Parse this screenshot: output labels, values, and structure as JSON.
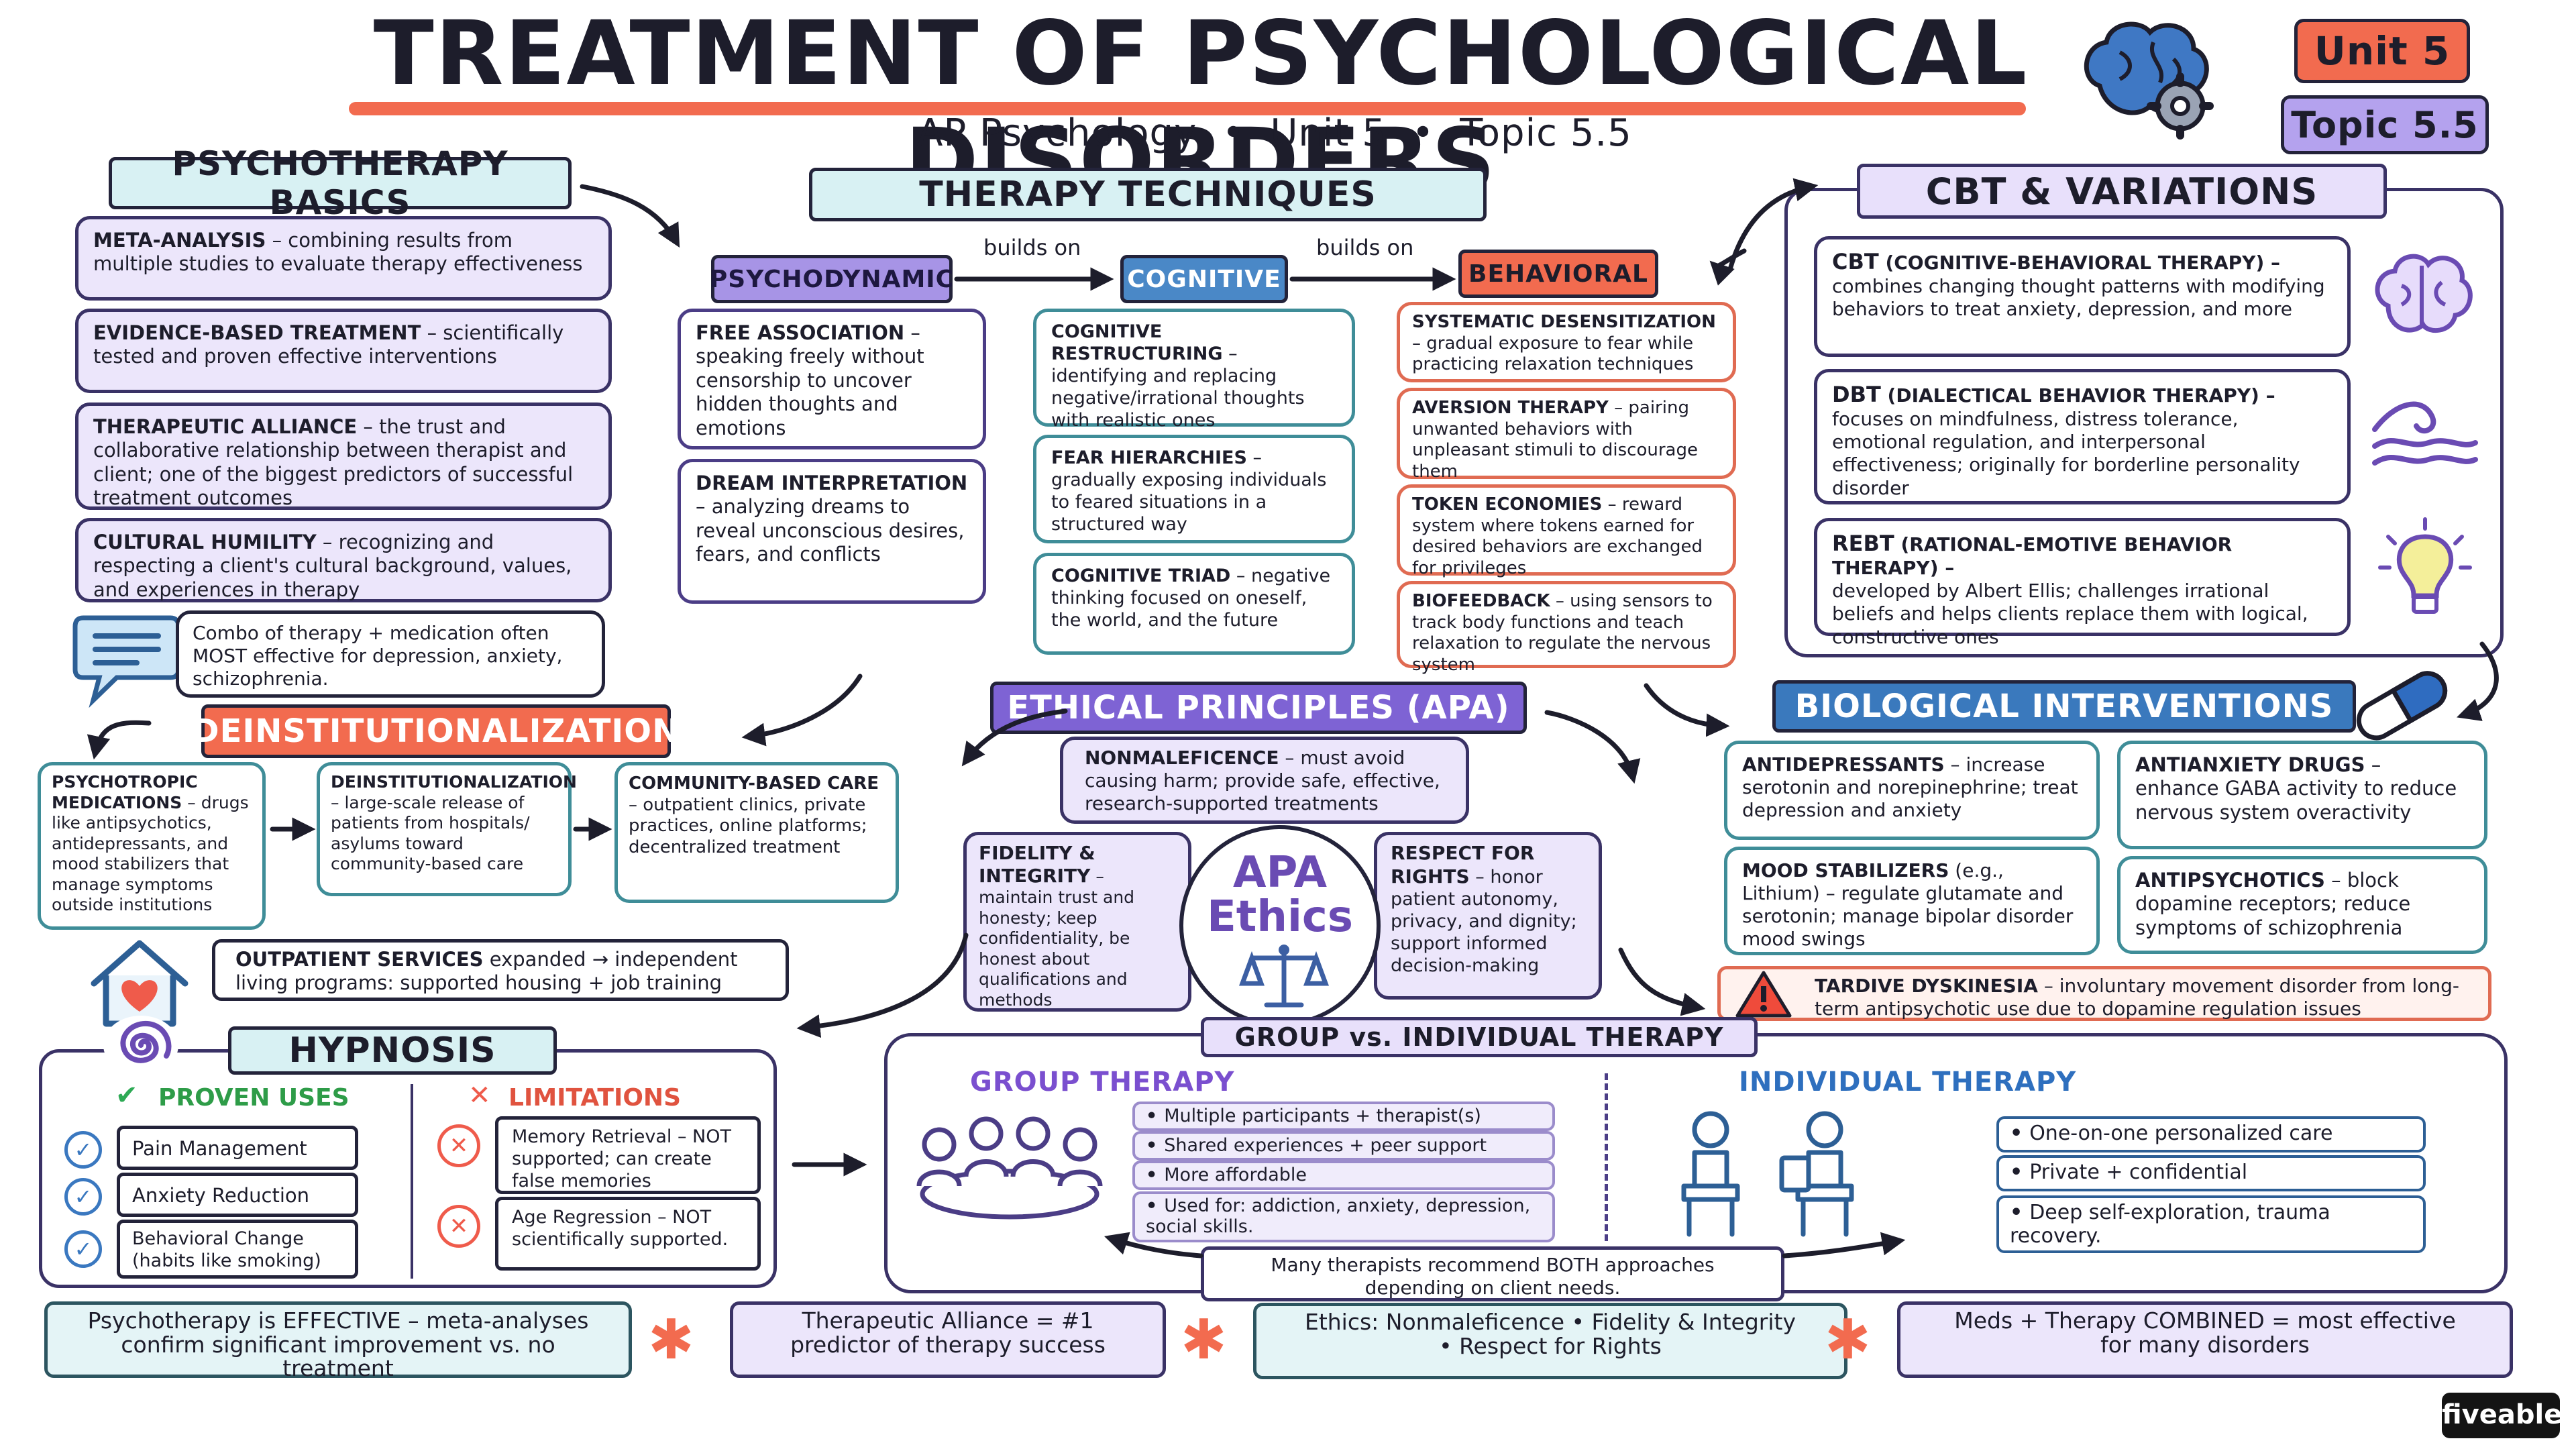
{
  "title": "TREATMENT OF PSYCHOLOGICAL DISORDERS",
  "subtitle": "AP Psychology  •  Unit 5  •  Topic 5.5",
  "badges": {
    "unit": "Unit 5",
    "topic": "Topic 5.5"
  },
  "brand": "fiveable",
  "basics": {
    "header": "PSYCHOTHERAPY BASICS",
    "items": [
      {
        "term": "META-ANALYSIS",
        "text": " – combining results from multiple studies to evaluate therapy effectiveness"
      },
      {
        "term": "EVIDENCE-BASED TREATMENT",
        "text": " – scientifically tested and proven effective interventions"
      },
      {
        "term": "THERAPEUTIC ALLIANCE",
        "text": " – the trust and collaborative relationship between therapist and client; one of the biggest predictors of successful treatment outcomes"
      },
      {
        "term": "CULTURAL HUMILITY",
        "text": " – recognizing and respecting a client's cultural background, values, and experiences in therapy"
      }
    ],
    "note": "Combo of therapy + medication often MOST effective for depression, anxiety, schizophrenia."
  },
  "techniques": {
    "header": "THERAPY TECHNIQUES",
    "builds_on": "builds on",
    "psychodynamic": {
      "label": "PSYCHODYNAMIC",
      "items": [
        {
          "term": "FREE ASSOCIATION",
          "text": " – speaking freely without censorship to uncover hidden thoughts and emotions"
        },
        {
          "term": "DREAM INTERPRETATION",
          "text": " – analyzing dreams to reveal unconscious desires, fears, and conflicts"
        }
      ]
    },
    "cognitive": {
      "label": "COGNITIVE",
      "items": [
        {
          "term": "COGNITIVE RESTRUCTURING",
          "text": " – identifying and replacing negative/irrational thoughts with realistic ones"
        },
        {
          "term": "FEAR HIERARCHIES",
          "text": " – gradually exposing individuals to feared situations in a structured way"
        },
        {
          "term": "COGNITIVE TRIAD",
          "text": " – negative thinking focused on oneself, the world, and the future"
        }
      ]
    },
    "behavioral": {
      "label": "BEHAVIORAL",
      "items": [
        {
          "term": "SYSTEMATIC DESENSITIZATION",
          "text": " – gradual exposure to fear while practicing relaxation techniques"
        },
        {
          "term": "AVERSION THERAPY",
          "text": " – pairing unwanted behaviors with unpleasant stimuli to discourage them"
        },
        {
          "term": "TOKEN ECONOMIES",
          "text": " – reward system where tokens earned for desired behaviors are exchanged for privileges"
        },
        {
          "term": "BIOFEEDBACK",
          "text": " – using sensors to track body functions and teach relaxation to regulate the nervous system"
        }
      ]
    }
  },
  "cbt": {
    "header": "CBT & VARIATIONS",
    "items": [
      {
        "term": "CBT",
        "full": " (COGNITIVE-BEHAVIORAL THERAPY) –",
        "text": "combines changing thought patterns with modifying behaviors to treat anxiety, depression, and more"
      },
      {
        "term": "DBT",
        "full": " (DIALECTICAL BEHAVIOR THERAPY) –",
        "text": "focuses on mindfulness, distress tolerance, emotional regulation, and interpersonal effectiveness; originally for borderline personality disorder"
      },
      {
        "term": "REBT",
        "full": " (RATIONAL-EMOTIVE BEHAVIOR THERAPY) –",
        "text": "developed by Albert Ellis; challenges irrational beliefs and helps clients replace them with logical, constructive ones"
      }
    ]
  },
  "deinst": {
    "header": "DEINSTITUTIONALIZATION",
    "items": [
      {
        "term": "PSYCHOTROPIC MEDICATIONS",
        "text": " – drugs like antipsychotics, antidepressants, and mood stabilizers that manage symptoms outside institutions"
      },
      {
        "term": "DEINSTITUTIONALIZATION",
        "text": " – large-scale release of patients from hospitals/ asylums toward community-based care"
      },
      {
        "term": "COMMUNITY-BASED CARE",
        "text": " – outpatient clinics, private practices, online platforms; decentralized treatment"
      }
    ],
    "outpatient_term": "OUTPATIENT SERVICES",
    "outpatient_text": " expanded → independent living programs: supported housing + job training"
  },
  "ethics": {
    "header": "ETHICAL PRINCIPLES (APA)",
    "center_line1": "APA",
    "center_line2": "Ethics",
    "nonmaleficence": {
      "term": "NONMALEFICENCE",
      "text": " – must avoid causing harm; provide safe, effective, research-supported treatments"
    },
    "fidelity": {
      "term": "FIDELITY & INTEGRITY",
      "text": " – maintain trust and honesty; keep confidentiality, be honest about qualifications and methods"
    },
    "rights": {
      "term": "RESPECT FOR RIGHTS",
      "text": " – honor patient autonomy, privacy, and dignity; support informed decision-making"
    }
  },
  "bio": {
    "header": "BIOLOGICAL INTERVENTIONS",
    "items": [
      {
        "term": "ANTIDEPRESSANTS",
        "text": " – increase serotonin and norepinephrine; treat depression and anxiety"
      },
      {
        "term": "ANTIANXIETY DRUGS",
        "text": " – enhance GABA activity to reduce nervous system overactivity"
      },
      {
        "term": "MOOD STABILIZERS",
        "text": " (e.g., Lithium) – regulate glutamate and serotonin; manage bipolar disorder mood swings"
      },
      {
        "term": "ANTIPSYCHOTICS",
        "text": " – block dopamine receptors; reduce symptoms of schizophrenia"
      }
    ],
    "tardive_term": "TARDIVE DYSKINESIA",
    "tardive_text": " – involuntary movement disorder from long-term antipsychotic use due to dopamine regulation issues"
  },
  "hypnosis": {
    "header": "HYPNOSIS",
    "proven_title": "PROVEN USES",
    "proven": [
      "Pain Management",
      "Anxiety Reduction",
      "Behavioral Change (habits like smoking)"
    ],
    "limits_title": "LIMITATIONS",
    "limits": [
      "Memory Retrieval – NOT supported; can create false memories",
      "Age Regression – NOT scientifically supported."
    ]
  },
  "group": {
    "header": "GROUP vs. INDIVIDUAL THERAPY",
    "group_title": "GROUP THERAPY",
    "group_items": [
      "Multiple participants + therapist(s)",
      "Shared experiences + peer support",
      "More affordable",
      "Used for: addiction, anxiety, depression, social skills."
    ],
    "individual_title": "INDIVIDUAL THERAPY",
    "individual_items": [
      "One-on-one personalized care",
      "Private + confidential",
      "Deep self-exploration, trauma recovery."
    ],
    "note": "Many therapists recommend BOTH approaches depending on client needs."
  },
  "bottom": [
    "Psychotherapy is EFFECTIVE – meta-analyses confirm significant improvement vs. no treatment",
    "Therapeutic Alliance = #1 predictor of therapy success",
    "Ethics: Nonmaleficence • Fidelity & Integrity • Respect for Rights",
    "Meds + Therapy COMBINED = most effective for many disorders"
  ],
  "colors": {
    "purple": "#a794e6",
    "blue": "#4a88c7",
    "orange": "#f26b4f",
    "teal": "#d8f1f3",
    "red_highlight": "#ffd9d2"
  }
}
